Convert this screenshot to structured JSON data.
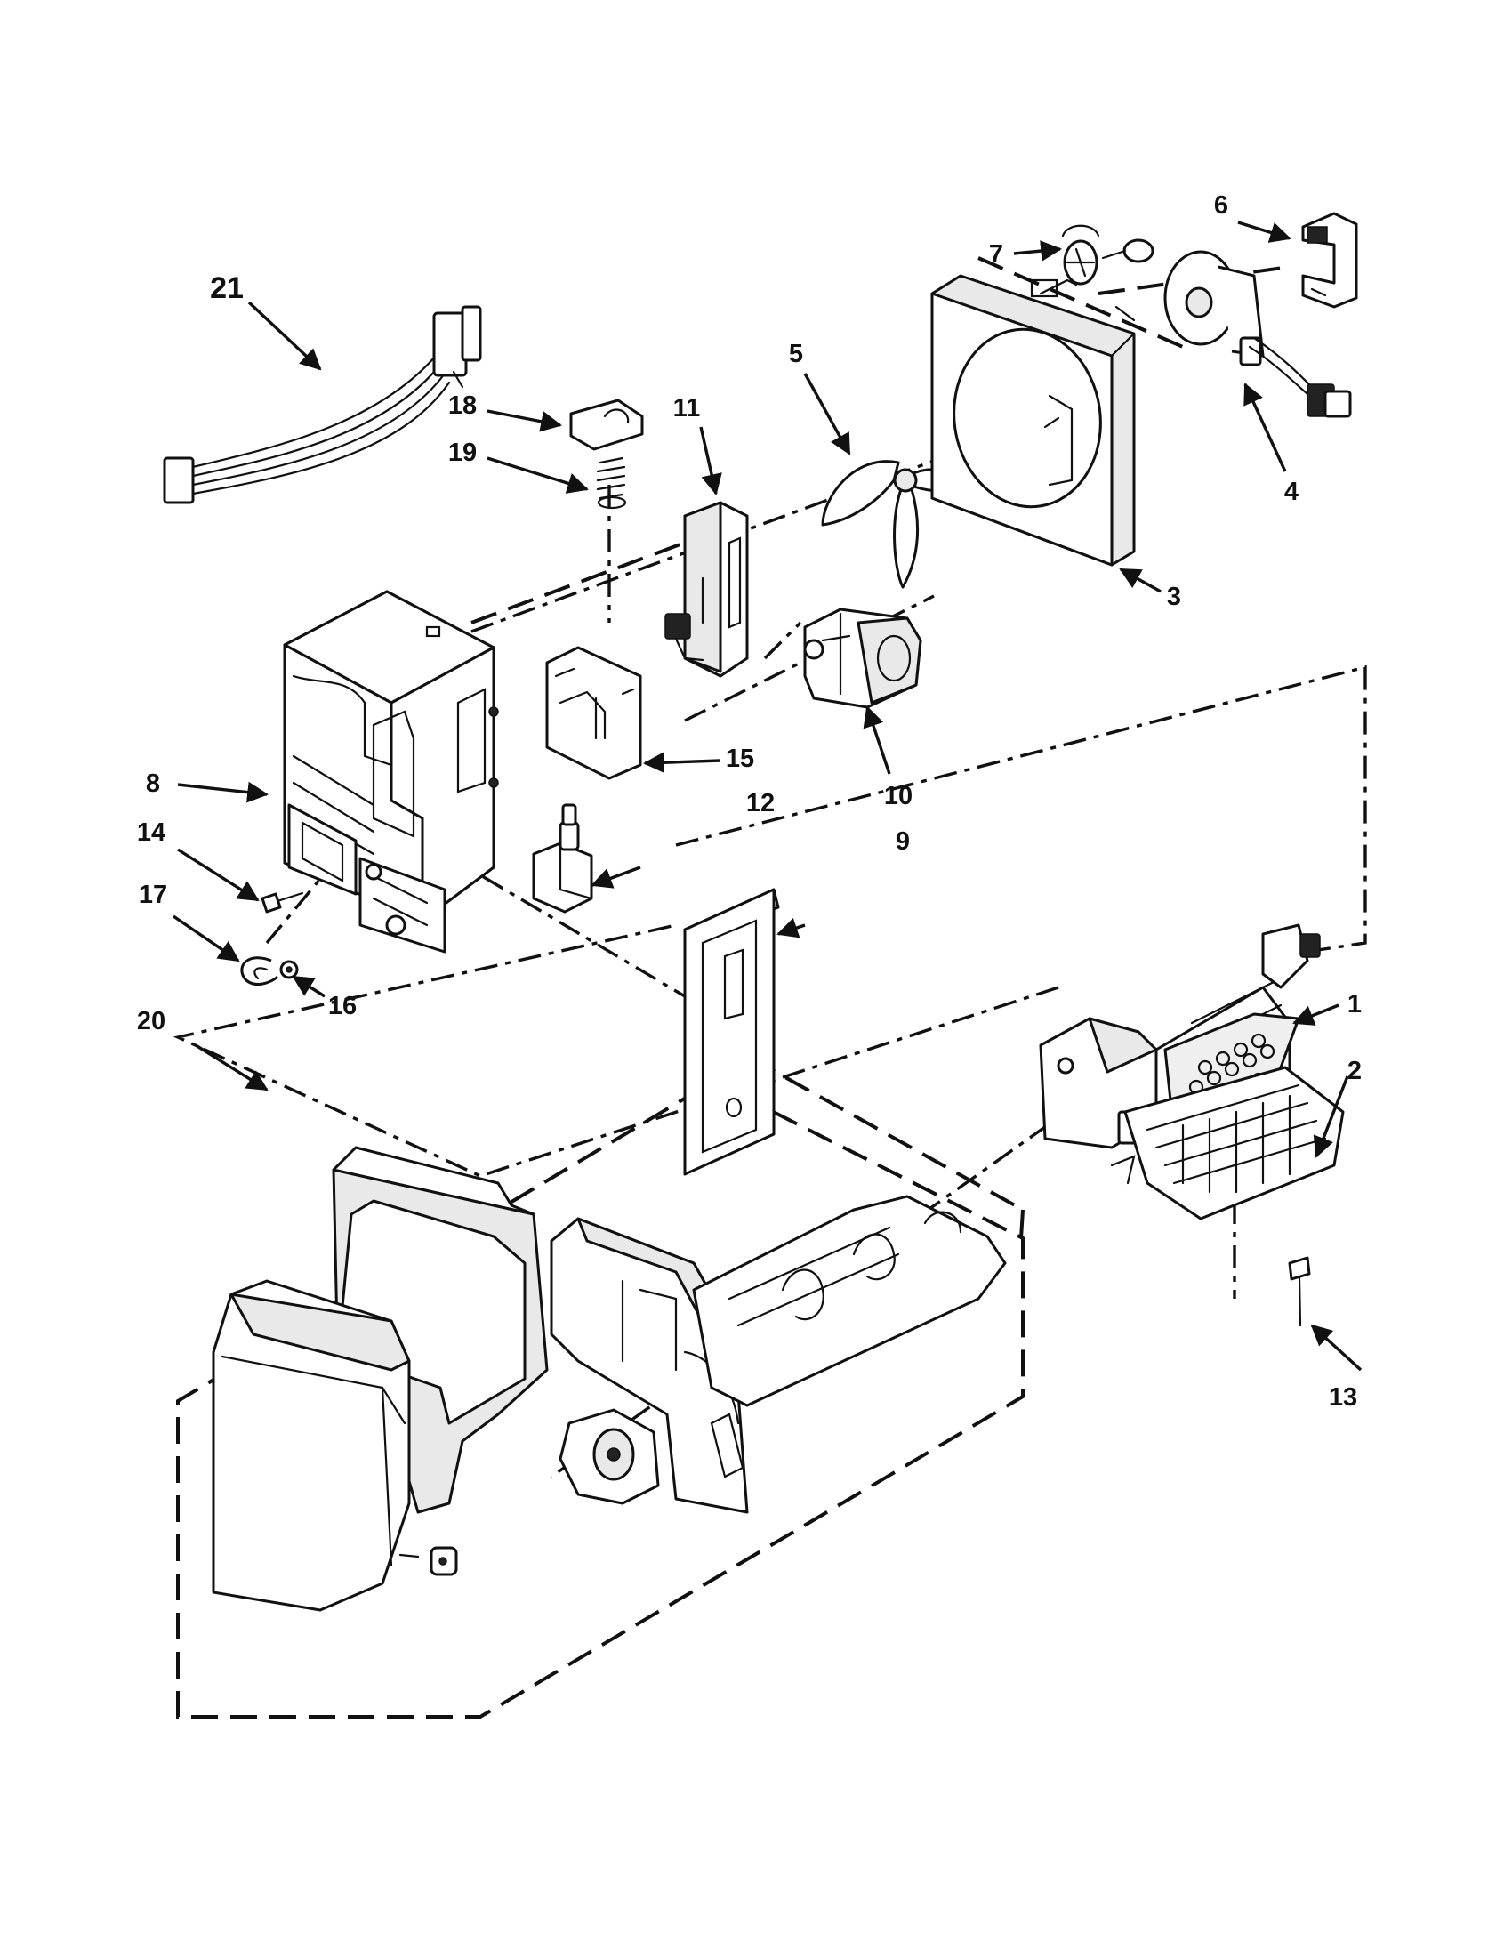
{
  "diagram": {
    "callouts": [
      "1",
      "2",
      "3",
      "4",
      "5",
      "6",
      "7",
      "8",
      "9",
      "10",
      "11",
      "12",
      "13",
      "14",
      "15",
      "16",
      "17",
      "18",
      "19",
      "20",
      "21"
    ]
  },
  "colors": {
    "line": "#111111",
    "background": "#ffffff",
    "fill": "#e9e9e9"
  }
}
